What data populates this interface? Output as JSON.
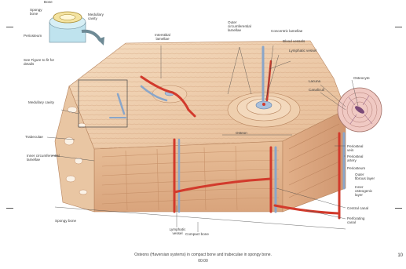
{
  "slide": {
    "page_number": "10",
    "caption": "Osteons (Haversian systems) in compact bone and trabeculae in spongy bone.",
    "caption_sub": "00:00"
  },
  "labels": {
    "inset_a": "Bone",
    "inset_spongy": "Spongy bone",
    "inset_medullary": "Medullary cavity",
    "inset_periosteum": "Periosteum",
    "see_figure": "See Figure to fit for details",
    "medullary_cavity": "Medullary cavity",
    "trabeculae": "Trabeculae",
    "inner_circumferential": "Inner circumferential lamellae",
    "interstitial": "Interstitial lamellae",
    "outer_circumferential": "Outer circumferential lamellae",
    "concentric": "Concentric lamellae",
    "blood_vessels": "Blood vessels",
    "lymphatic_vessel_top": "Lymphatic vessel",
    "lacuna": "Lacuna",
    "canaliculi": "Canaliculi",
    "osteocyte": "Osteocyte",
    "osteon": "Osteon",
    "periosteal_vein": "Periosteal vein",
    "periosteal_artery": "Periosteal artery",
    "periosteum": "Periosteum",
    "outer_fibrous": "Outer fibrous layer",
    "inner_osteogenic": "Inner osteogenic layer",
    "central_canal": "Central canal",
    "perforating_canal": "Perforating canal",
    "spongy_bone": "Spongy bone",
    "lymphatic_vessel_bottom": "Lymphatic vessel",
    "compact_bone": "Compact bone"
  },
  "colors": {
    "bone_light": "#f2d6b6",
    "bone_mid": "#e3b48d",
    "bone_dark": "#c98f66",
    "vessel_red": "#d23a2c",
    "vessel_blue": "#8aa6c9",
    "line": "#6b4a36"
  }
}
